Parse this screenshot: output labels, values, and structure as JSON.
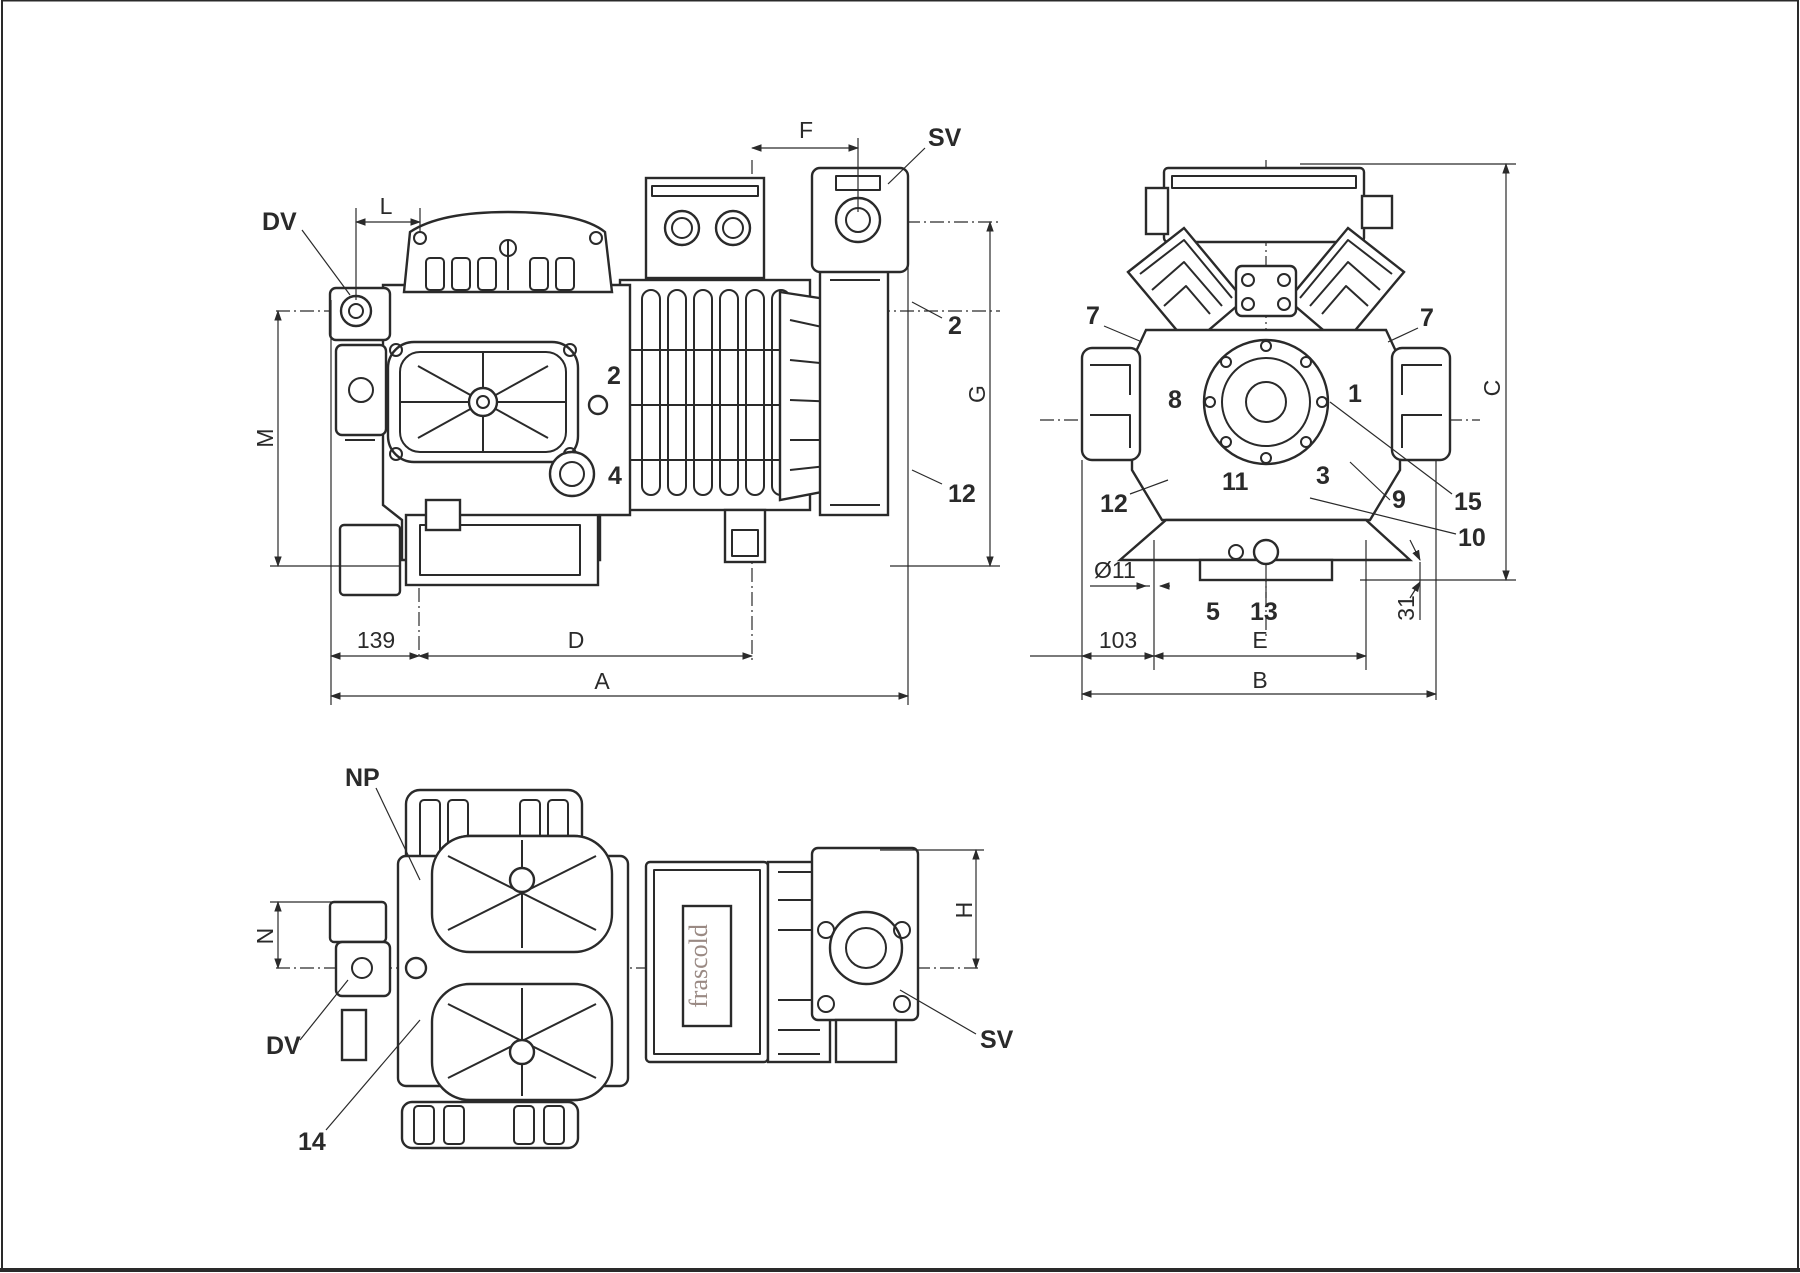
{
  "colors": {
    "line": "#2a2a2a",
    "background": "#ffffff"
  },
  "nameplate_text": "frascold",
  "side_view": {
    "callouts": {
      "dv": "DV",
      "sv": "SV",
      "two_a": "2",
      "two_b": "2",
      "four": "4",
      "twelve": "12"
    },
    "dims": {
      "l": "L",
      "f": "F",
      "g": "G",
      "m": "M",
      "d139": "139",
      "d": "D",
      "a": "A"
    }
  },
  "end_view": {
    "callouts": {
      "seven_l": "7",
      "seven_r": "7",
      "eight": "8",
      "one": "1",
      "eleven": "11",
      "three": "3",
      "nine": "9",
      "fifteen": "15",
      "ten": "10",
      "twelve": "12",
      "five": "5",
      "thirteen": "13"
    },
    "dims": {
      "c": "C",
      "phi11": "Ø11",
      "d103": "103",
      "e": "E",
      "b": "B",
      "d31": "31"
    }
  },
  "top_view": {
    "callouts": {
      "np": "NP",
      "dv": "DV",
      "sv": "SV",
      "fourteen": "14"
    },
    "dims": {
      "n": "N",
      "h": "H"
    }
  }
}
